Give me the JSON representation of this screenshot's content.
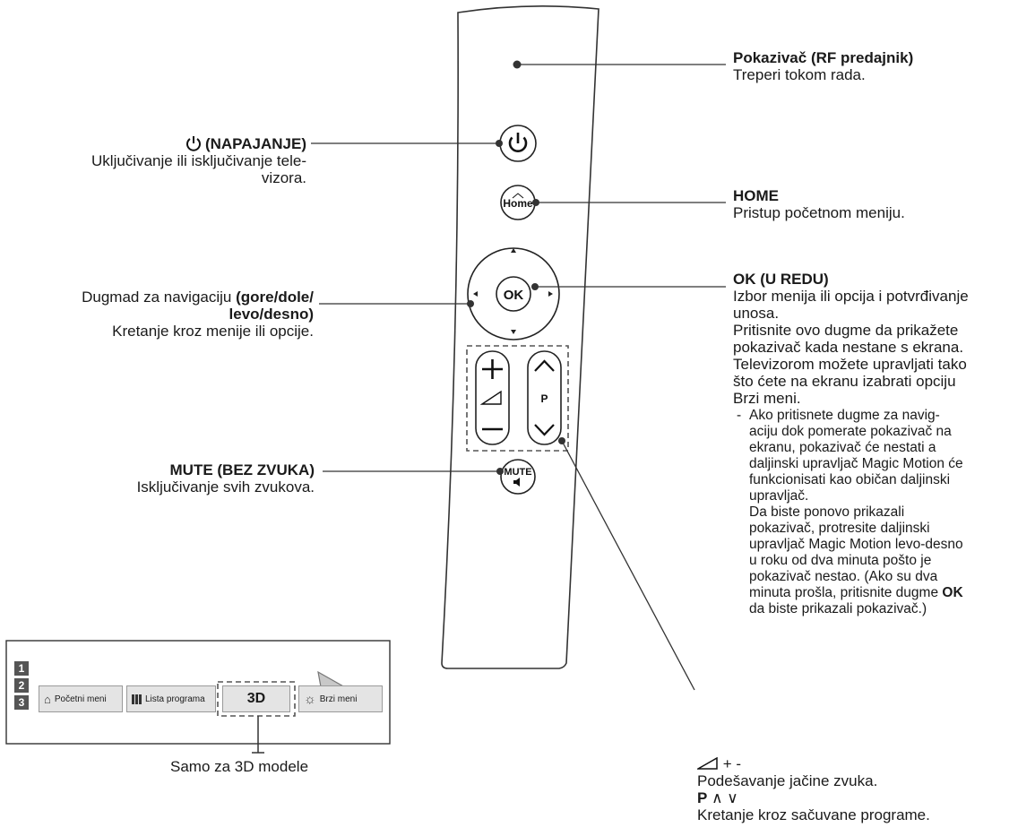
{
  "callouts": {
    "pointer": {
      "title": "Pokazivač (RF predajnik)",
      "desc": "Treperi tokom rada."
    },
    "power": {
      "title": "(NAPAJANJE)",
      "desc1": "Uključivanje ili isključivanje tele-",
      "desc2": "vizora."
    },
    "home": {
      "title": "HOME",
      "desc": "Pristup početnom meniju."
    },
    "ok": {
      "title": "OK (U REDU)",
      "lines": [
        "Izbor menija ili opcija i potvrđivanje",
        "unosa.",
        "Pritisnite ovo dugme da prikažete",
        "pokazivač kada nestane s ekrana.",
        "Televizorom možete upravljati tako",
        "što ćete na ekranu izabrati opciju",
        "Brzi meni."
      ],
      "note_dash": "-",
      "note_lines": [
        "Ako pritisnete dugme za navig-",
        "aciju dok pomerate pokazivač na",
        "ekranu, pokazivač će nestati a",
        "daljinski upravljač Magic Motion će",
        "funkcionisati kao običan daljinski",
        "upravljač.",
        "Da biste ponovo prikazali",
        "pokazivač, protresite daljinski",
        "upravljač Magic Motion levo-desno",
        "u roku od dva minuta pošto je",
        "pokazivač nestao. (Ako su dva"
      ],
      "note_last_pre": "minuta prošla, pritisnite dugme ",
      "note_last_bold": "OK",
      "note_final": "da biste prikazali pokazivač.)"
    },
    "nav": {
      "title_pre": "Dugmad za navigaciju ",
      "title_bold": "(gore/dole/",
      "title_bold2": "levo/desno)",
      "desc": "Kretanje kroz menije ili opcije."
    },
    "mute": {
      "title": "MUTE (BEZ ZVUKA)",
      "desc": "Isključivanje svih zvukova."
    },
    "volume": {
      "symbol_suffix": "+ -",
      "desc": "Podešavanje jačine zvuka.",
      "p_label": "P",
      "p_symbols": "∧ ∨",
      "p_desc": "Kretanje kroz sačuvane programe."
    }
  },
  "remote": {
    "home_label": "Home",
    "ok_label": "OK",
    "p_label": "P",
    "mute_label": "MUTE"
  },
  "screen": {
    "channels": [
      "1",
      "2",
      "3"
    ],
    "bar": [
      "Početni meni",
      "Lista programa",
      "3D",
      "Brzi meni"
    ],
    "caption": "Samo za 3D modele"
  }
}
